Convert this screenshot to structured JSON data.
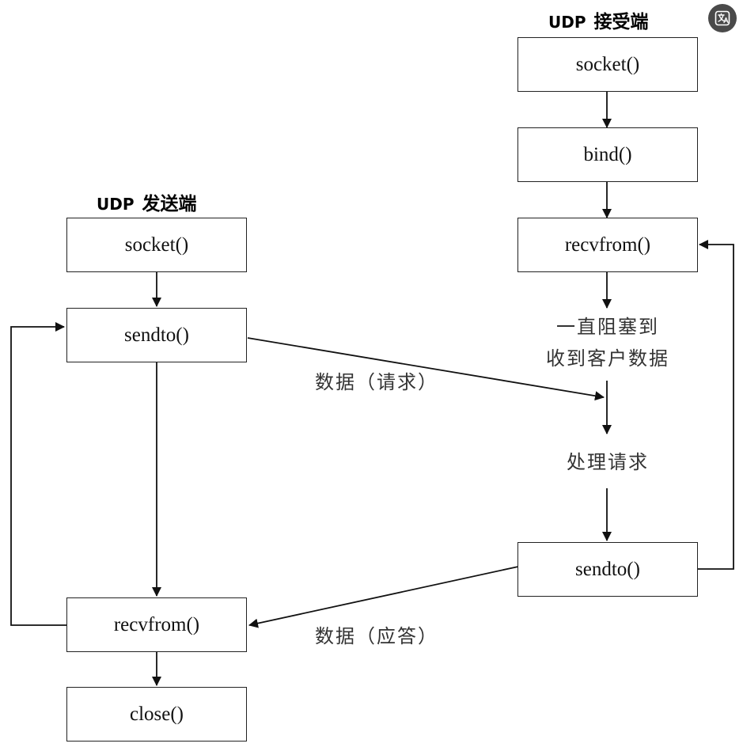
{
  "receiver": {
    "heading_proto": "UDP",
    "heading_role": "接受端",
    "socket_label": "socket()",
    "bind_label": "bind()",
    "recvfrom_label": "recvfrom()",
    "block_line1": "一直阻塞到",
    "block_line2": "收到客户数据",
    "process_label": "处理请求",
    "sendto_label": "sendto()"
  },
  "sender": {
    "heading_proto": "UDP",
    "heading_role": "发送端",
    "socket_label": "socket()",
    "sendto_label": "sendto()",
    "recvfrom_label": "recvfrom()",
    "close_label": "close()"
  },
  "messages": {
    "request_label": "数据（请求）",
    "response_label": "数据（应答）"
  },
  "toolbar": {
    "translate_icon": "translate-icon"
  }
}
